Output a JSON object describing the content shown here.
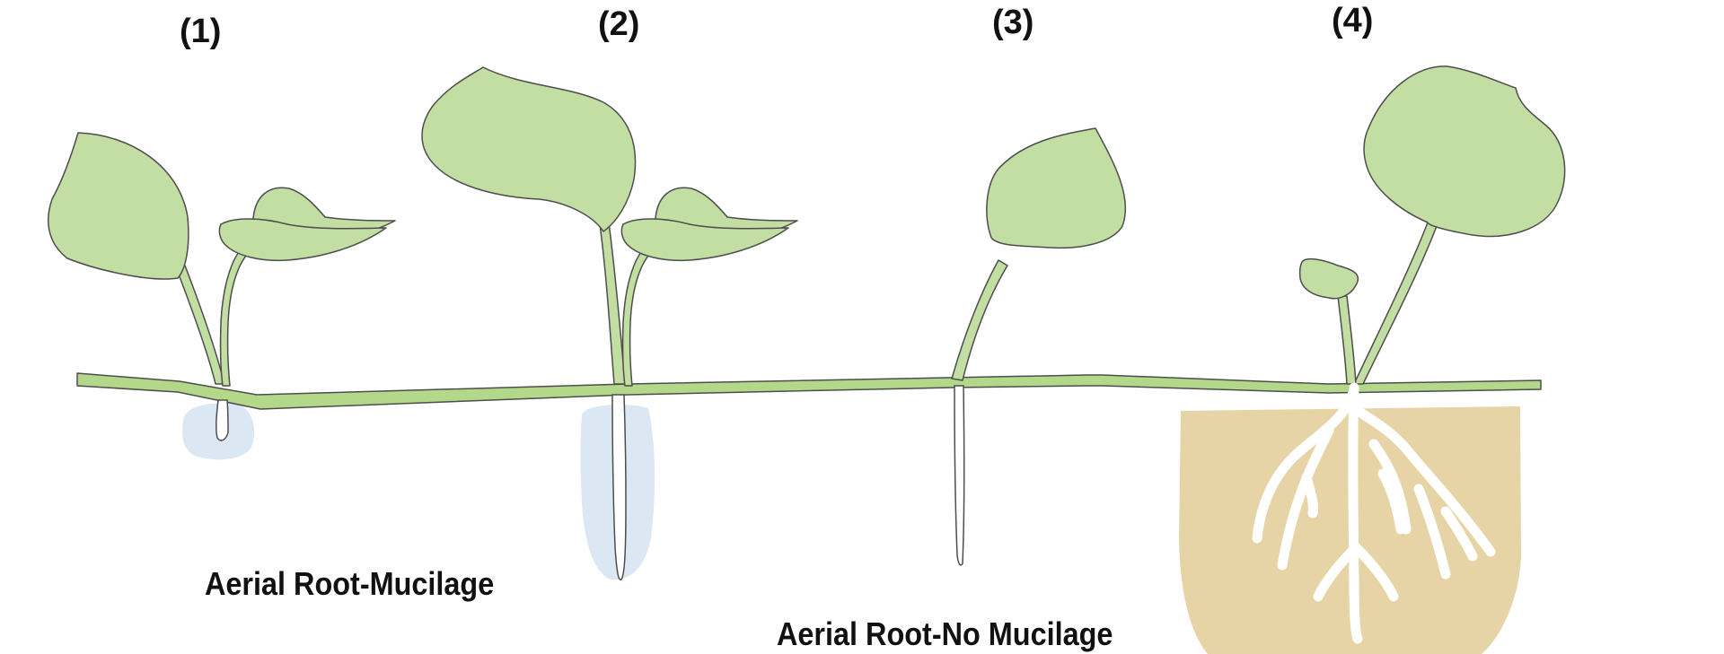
{
  "stages": [
    {
      "label": "(1)",
      "name": "stage-1"
    },
    {
      "label": "(2)",
      "name": "stage-2"
    },
    {
      "label": "(3)",
      "name": "stage-3"
    },
    {
      "label": "(4)",
      "name": "stage-4"
    }
  ],
  "captions": {
    "mucilage": "Aerial Root-Mucilage",
    "no_mucilage": "Aerial Root-No Mucilage"
  },
  "colors": {
    "leaf": "#c2dea3",
    "stem": "#b3d88a",
    "outline": "#4d4d4d",
    "mucilage": "#dbe7f3",
    "soil": "#e6d4a6",
    "root_white": "#ffffff"
  }
}
